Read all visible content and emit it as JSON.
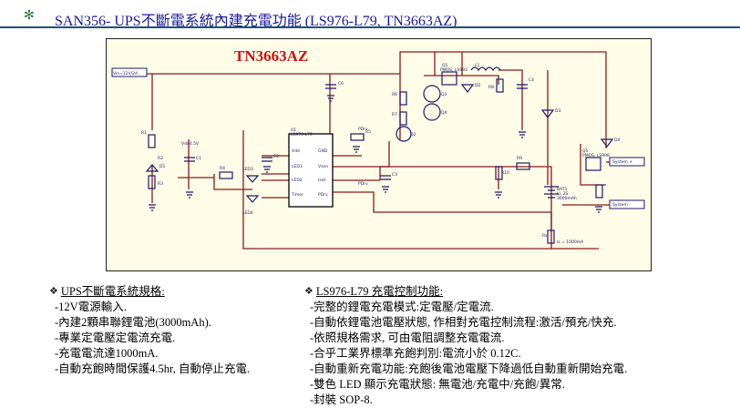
{
  "header": {
    "bullet": "✻",
    "title": "SAN356- UPS不斷電系統內建充電功能 (LS976-L79, TN3663AZ)"
  },
  "schematic": {
    "chip_title": "TN3663AZ",
    "colors": {
      "title": "#cc1111",
      "wire": "#8a1a1a",
      "component": "#1a1a6a",
      "box": "#000000"
    },
    "labels": {
      "vin": "Vin=12V/2A",
      "vref": "Vdd4.5V",
      "u1": "U1",
      "u1_part": "LS976-L79",
      "pin_vdd": "Vdd",
      "pin_led1": "LED1",
      "pin_led2": "LED2",
      "pin_timer": "Timer",
      "pin_gnd": "GND",
      "pin_vsen": "Vsen",
      "pin_iset": "Iset",
      "pin_pdrv": "PDrv",
      "q1": "Q1",
      "q1_part": "PMOS, LS993",
      "q2": "Q2",
      "q3": "Q3",
      "q4": "Q4",
      "q5": "Q5",
      "q5_part": "PMOS, LS998",
      "l1": "L1",
      "bat": "BAT1",
      "bat_spec": "LI, 2S",
      "bat_cap": "3000mAh",
      "d1": "D1",
      "d2": "D2",
      "d3": "D3",
      "d4": "D4",
      "led3": "LED3",
      "led4": "LED4",
      "sys_plus": "System +",
      "sys_minus": "System -",
      "rs": "Rs",
      "rs_val": "Is = 1000mA",
      "r1": "R1",
      "r2": "R2",
      "r3": "R3",
      "r4": "R4",
      "r5": "R5",
      "r6": "R6",
      "r7": "R7",
      "r8": "R8",
      "r9": "R9",
      "r10": "R10",
      "c1": "C1",
      "c2": "C2",
      "c3": "C3",
      "c4": "C4",
      "c5": "C5",
      "c6": "C6",
      "pdrv": "PDrv",
      "pdrv2": "PDrv"
    }
  },
  "ups_spec": {
    "title": "UPS不斷電系統規格:",
    "items": [
      "-12V電源輸入.",
      "-內建2顆串聯鋰電池(3000mAh).",
      "-專業定電壓定電流充電.",
      "-充電電流達1000mA.",
      "-自動充飽時間保護4.5hr, 自動停止充電."
    ]
  },
  "charge_spec": {
    "title": "LS976-L79 充電控制功能:",
    "items": [
      "-完整的鋰電充電模式:定電壓/定電流.",
      "-自動依鋰電池電壓狀態, 作相對充電控制流程:激活/預充/快充.",
      "-依照規格需求, 可由電阻調整充電電流.",
      "-合乎工業界標準充飽判別:電流小於 0.12C.",
      "-自動重新充電功能:充飽後電池電壓下降過低自動重新開始充電.",
      "-雙色 LED 顯示充電狀態: 無電池/充電中/充飽/異常.",
      "-封裝 SOP-8."
    ]
  }
}
